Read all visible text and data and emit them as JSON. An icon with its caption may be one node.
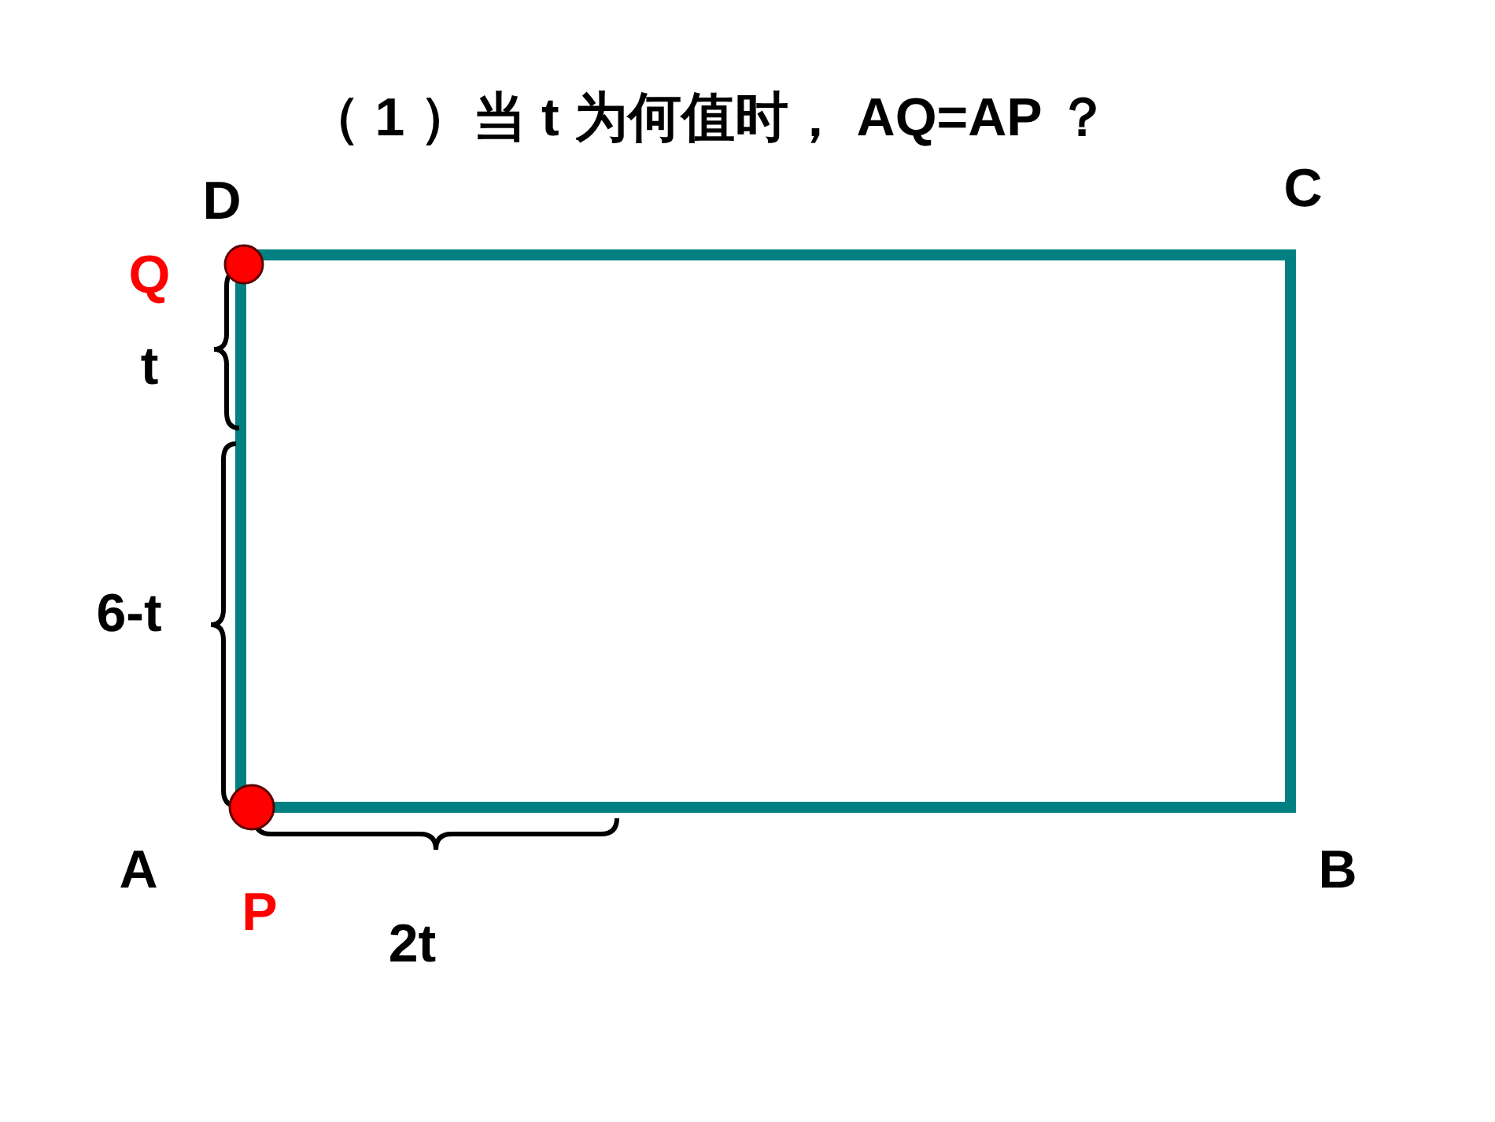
{
  "diagram": {
    "title": "（ 1 ）当 t 为何值时， AQ=AP ？",
    "labels": [
      "D",
      "C",
      "Q",
      "t",
      "6-t",
      "A",
      "B",
      "P",
      "2t"
    ]
  }
}
